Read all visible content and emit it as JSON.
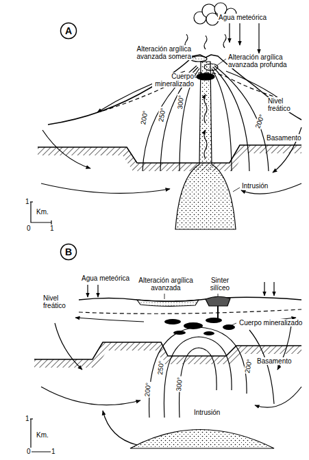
{
  "diagram": {
    "nodes": [
      {
        "text": [
          "A"
        ]
      },
      {
        "text": [
          "B"
        ]
      }
    ],
    "labels": [
      "Agua meteórica",
      "Alteración argílica avanzada somera",
      "Alteración argílica avanzada profunda",
      "Cuerpo mineralizado",
      "Nivel freático",
      "200°",
      "250°",
      "300°",
      "200°",
      "Basamento",
      "Intrusión",
      "1",
      "Km.",
      "0",
      "1",
      "Agua meteórica",
      "Alteración argílica avanzada",
      "Sinter silíceo",
      "Nivel freático",
      "Cuerpo mineralizado",
      "250°",
      "300°",
      "200°",
      "200°",
      "Basamento",
      "Intrusión",
      "1",
      "Km.",
      "0",
      "1"
    ]
  }
}
